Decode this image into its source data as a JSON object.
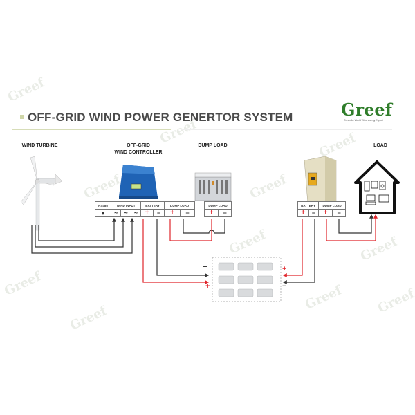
{
  "title": "OFF-GRID WIND POWER GENERTOR SYSTEM",
  "logo": {
    "text": "Greef",
    "tagline": "Green for World Wind energy Expert"
  },
  "watermark": "Greef",
  "labels": {
    "wind_turbine": "WIND TURBINE",
    "controller_line1": "OFF-GRID",
    "controller_line2": "WIND CONTROLLER",
    "dump_load": "DUMP LOAD",
    "load": "LOAD"
  },
  "controller_terminals": {
    "headers": [
      "RS485",
      "WIND INPUT",
      "BATTERY",
      "DUMP LOAD"
    ],
    "cells": [
      "●",
      "~",
      "~",
      "~",
      "+",
      "−",
      "+",
      "−"
    ]
  },
  "dump_load_terminals": {
    "header": "DUMP LOAD",
    "cells": [
      "+",
      "−"
    ]
  },
  "inverter_terminals": {
    "headers": [
      "BATTERY",
      "DUMP LOAD"
    ],
    "cells": [
      "+",
      "−",
      "+",
      "−"
    ]
  },
  "battery_bank": {
    "rows": 3,
    "cols": 3,
    "signs": {
      "left_top": "−",
      "left_bottom": "+",
      "right_top": "+",
      "right_bottom": "−"
    }
  },
  "colors": {
    "positive": "#e0252b",
    "negative": "#333333",
    "controller": "#1f63b5",
    "accent": "#2f7d2a"
  }
}
